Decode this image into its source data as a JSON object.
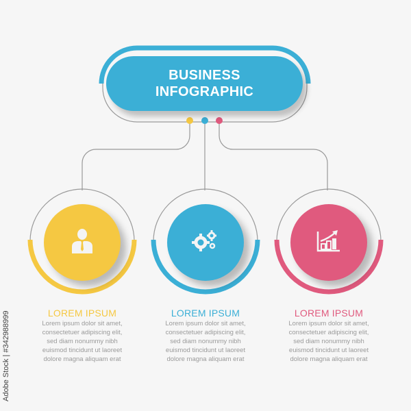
{
  "header": {
    "title_line1": "BUSINESS",
    "title_line2": "INFOGRAPHIC",
    "color": "#3bafd6"
  },
  "connector_dots": [
    {
      "color": "#f5c842"
    },
    {
      "color": "#3bafd6"
    },
    {
      "color": "#e05a7e"
    }
  ],
  "nodes": [
    {
      "icon": "businessman-icon",
      "color": "#f5c842",
      "title": "LOREM IPSUM",
      "body": [
        "Lorem ipsum dolor sit amet,",
        "consectetuer adipiscing elit,",
        "sed diam nonummy nibh",
        "euismod tincidunt ut laoreet",
        "dolore magna aliquam erat"
      ]
    },
    {
      "icon": "gears-icon",
      "color": "#3bafd6",
      "title": "LOREM IPSUM",
      "body": [
        "Lorem ipsum dolor sit amet,",
        "consectetuer adipiscing elit,",
        "sed diam nonummy nibh",
        "euismod tincidunt ut laoreet",
        "dolore magna aliquam erat"
      ]
    },
    {
      "icon": "growth-chart-icon",
      "color": "#e05a7e",
      "title": "LOREM IPSUM",
      "body": [
        "Lorem ipsum dolor sit amet,",
        "consectetuer adipiscing elit,",
        "sed diam nonummy nibh",
        "euismod tincidunt ut laoreet",
        "dolore magna aliquam erat"
      ]
    }
  ],
  "watermark": "Adobe Stock | #342988999"
}
